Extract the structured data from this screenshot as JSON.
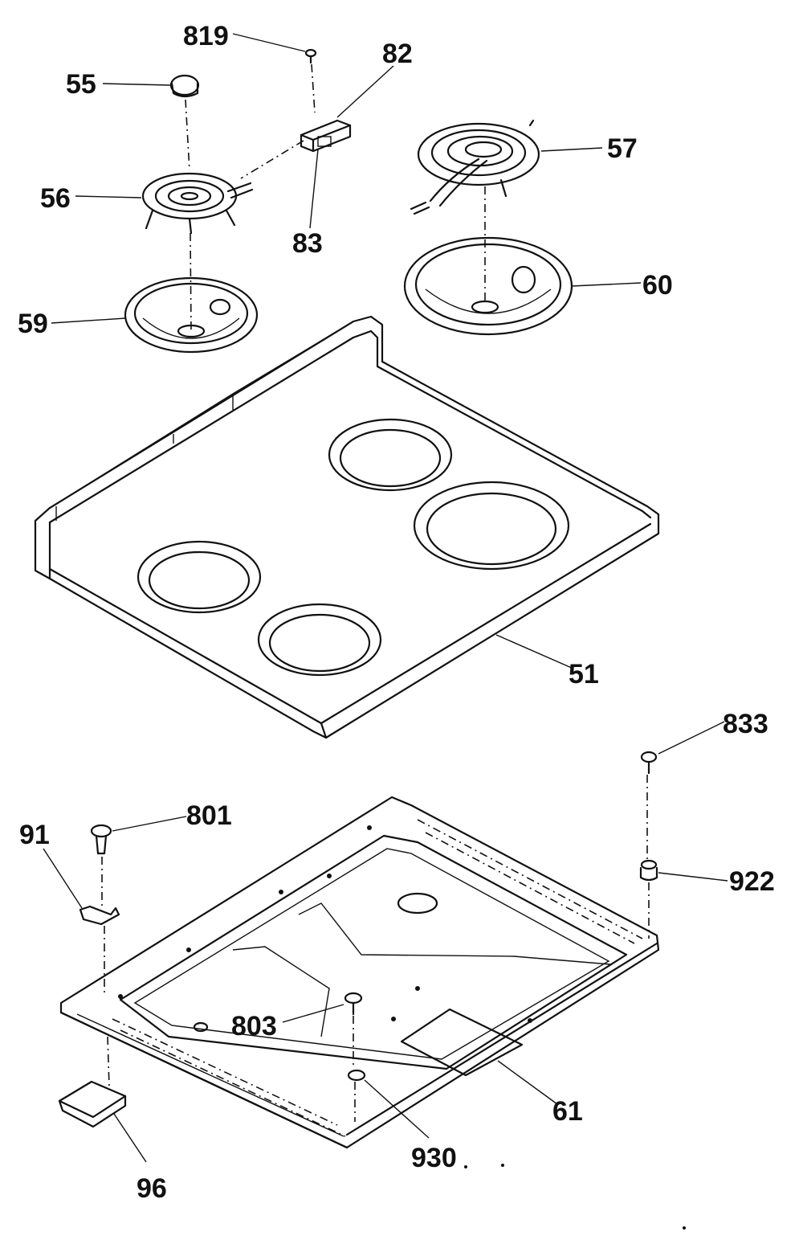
{
  "callouts": [
    {
      "id": "819",
      "text": "819"
    },
    {
      "id": "82",
      "text": "82"
    },
    {
      "id": "55",
      "text": "55"
    },
    {
      "id": "57",
      "text": "57"
    },
    {
      "id": "56",
      "text": "56"
    },
    {
      "id": "83",
      "text": "83"
    },
    {
      "id": "60",
      "text": "60"
    },
    {
      "id": "59",
      "text": "59"
    },
    {
      "id": "51",
      "text": "51"
    },
    {
      "id": "833",
      "text": "833"
    },
    {
      "id": "801",
      "text": "801"
    },
    {
      "id": "91",
      "text": "91"
    },
    {
      "id": "922",
      "text": "922"
    },
    {
      "id": "803",
      "text": "803"
    },
    {
      "id": "61",
      "text": "61"
    },
    {
      "id": "930",
      "text": "930"
    },
    {
      "id": "96",
      "text": "96"
    }
  ]
}
